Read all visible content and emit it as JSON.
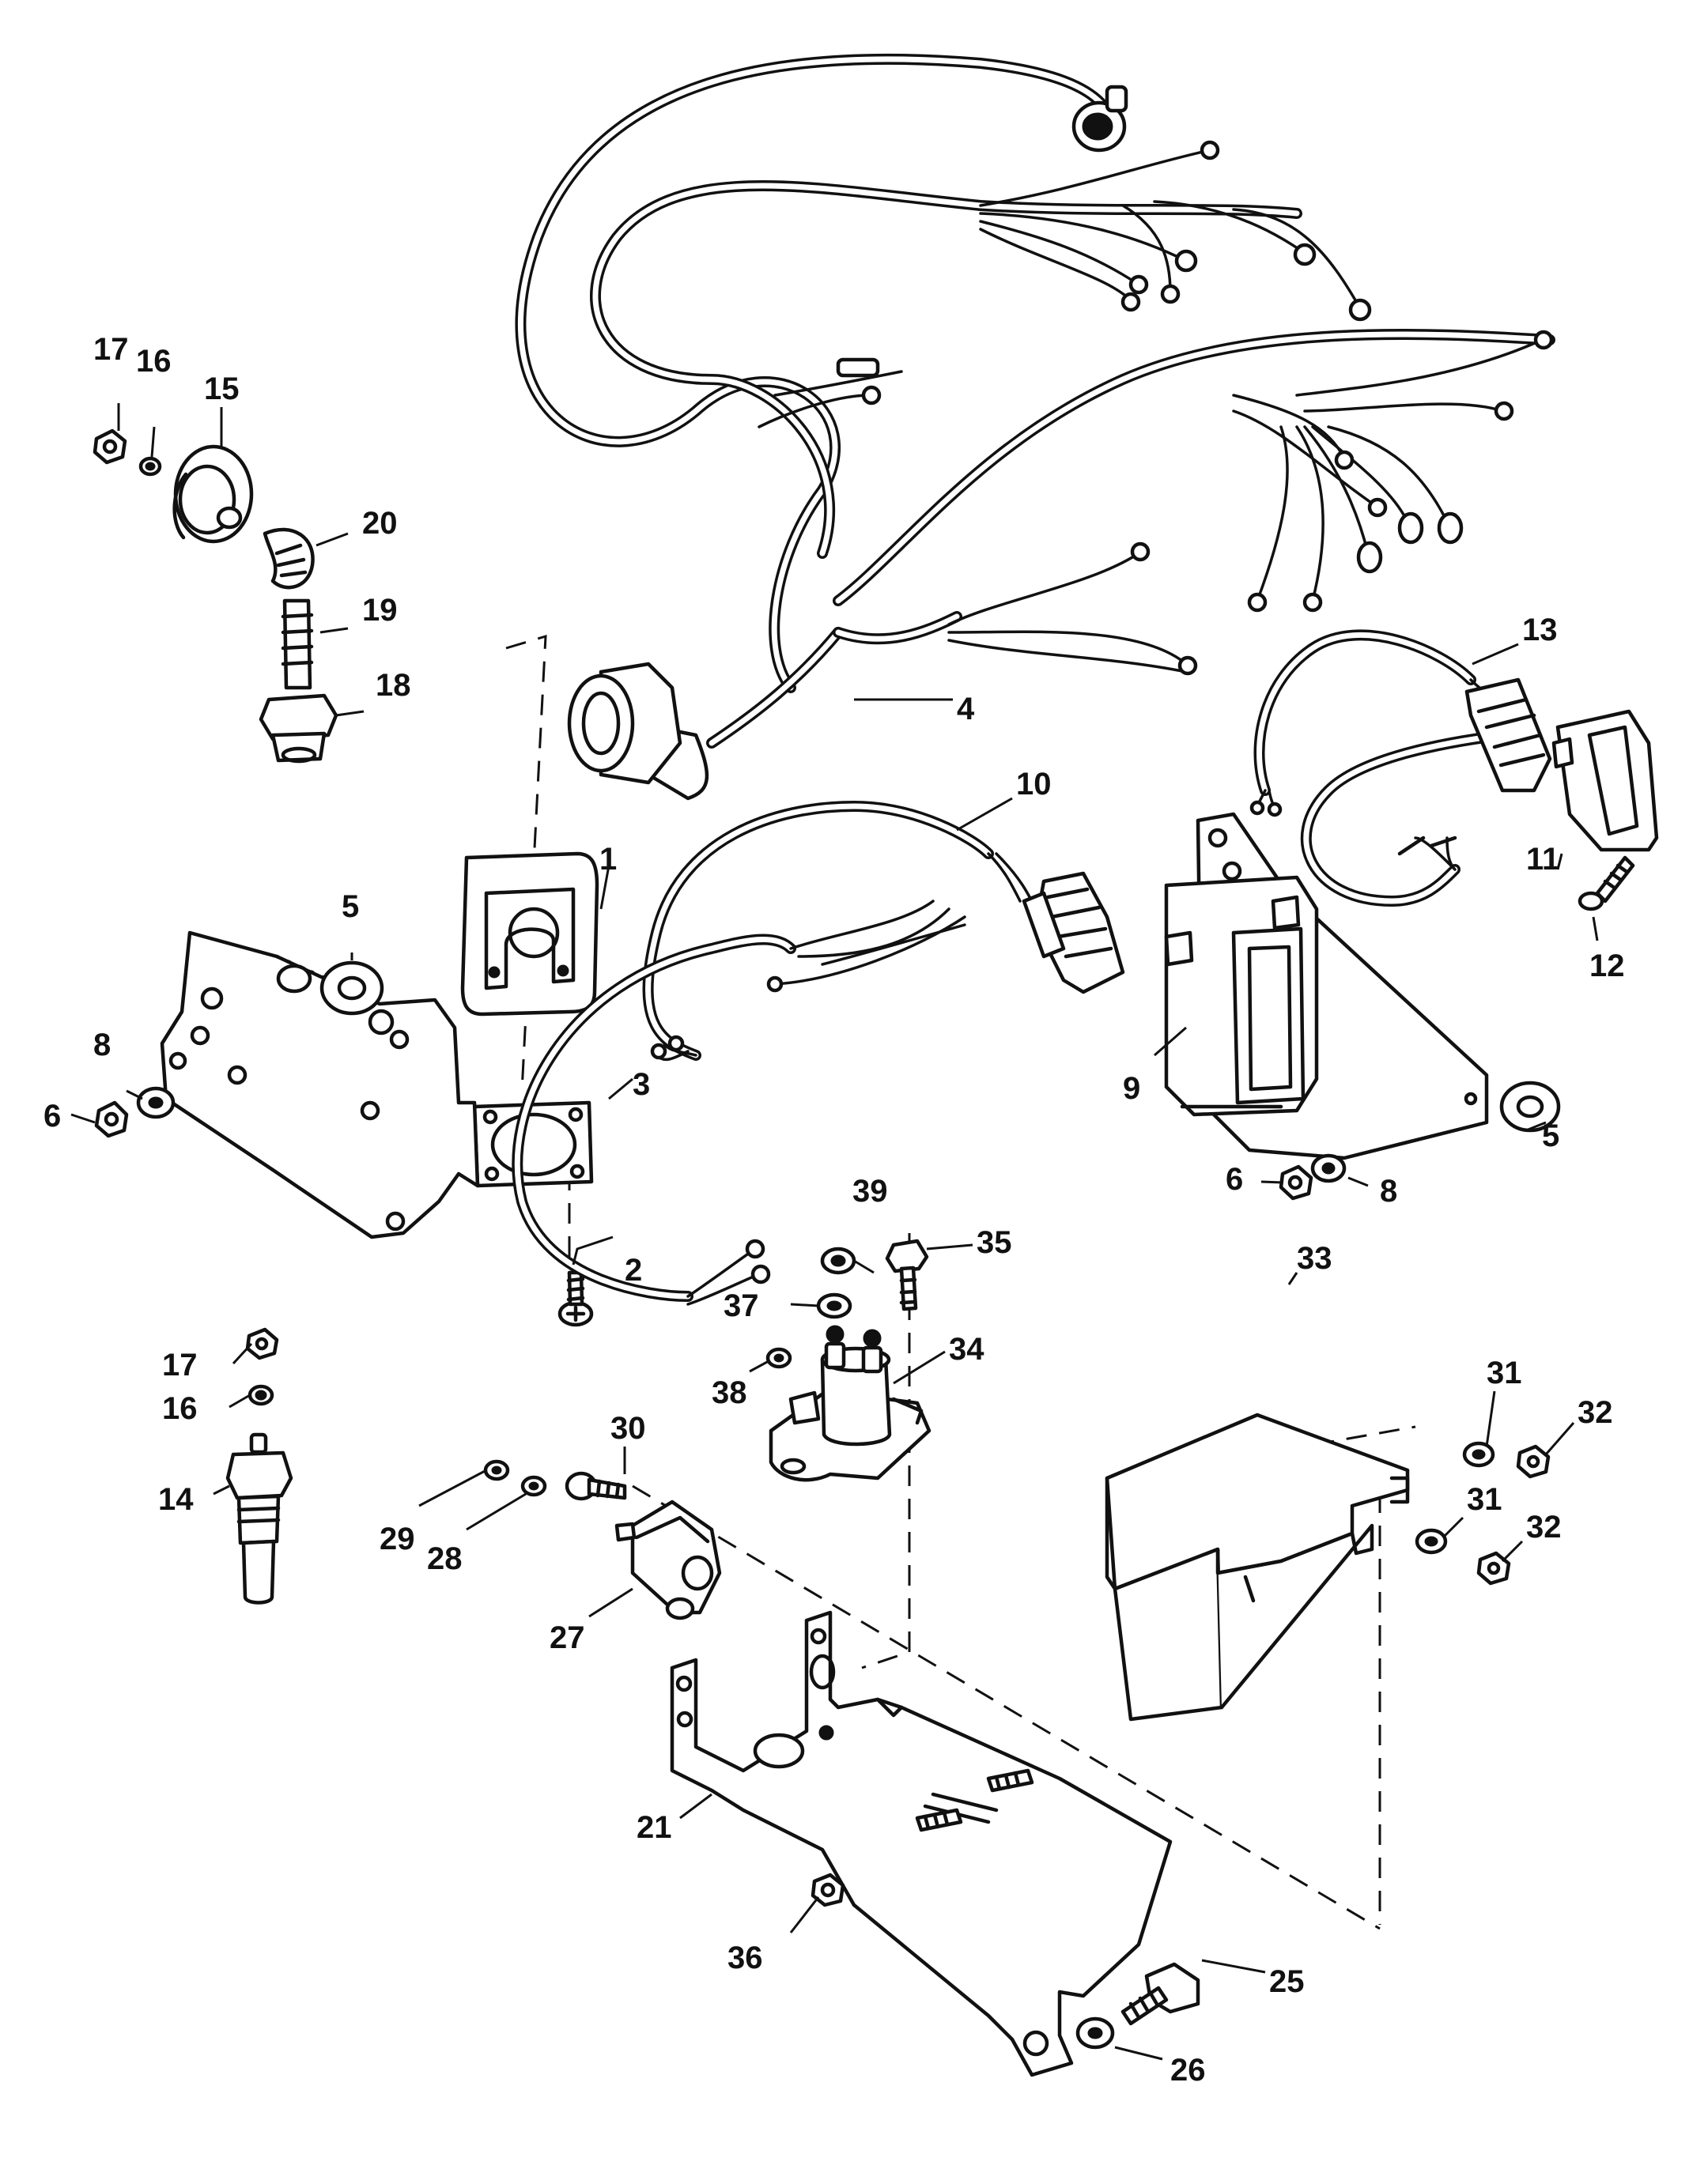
{
  "callouts": [
    {
      "id": "c1",
      "text": "1"
    },
    {
      "id": "c2",
      "text": "2"
    },
    {
      "id": "c3",
      "text": "3"
    },
    {
      "id": "c4",
      "text": "4"
    },
    {
      "id": "c5a",
      "text": "5"
    },
    {
      "id": "c5b",
      "text": "5"
    },
    {
      "id": "c6a",
      "text": "6"
    },
    {
      "id": "c6b",
      "text": "6"
    },
    {
      "id": "c8a",
      "text": "8"
    },
    {
      "id": "c8b",
      "text": "8"
    },
    {
      "id": "c9",
      "text": "9"
    },
    {
      "id": "c10",
      "text": "10"
    },
    {
      "id": "c11",
      "text": "11"
    },
    {
      "id": "c12",
      "text": "12"
    },
    {
      "id": "c13",
      "text": "13"
    },
    {
      "id": "c14",
      "text": "14"
    },
    {
      "id": "c15",
      "text": "15"
    },
    {
      "id": "c16a",
      "text": "16"
    },
    {
      "id": "c16b",
      "text": "16"
    },
    {
      "id": "c17a",
      "text": "17"
    },
    {
      "id": "c17b",
      "text": "17"
    },
    {
      "id": "c18",
      "text": "18"
    },
    {
      "id": "c19",
      "text": "19"
    },
    {
      "id": "c20",
      "text": "20"
    },
    {
      "id": "c21",
      "text": "21"
    },
    {
      "id": "c25",
      "text": "25"
    },
    {
      "id": "c26",
      "text": "26"
    },
    {
      "id": "c27",
      "text": "27"
    },
    {
      "id": "c28",
      "text": "28"
    },
    {
      "id": "c29",
      "text": "29"
    },
    {
      "id": "c30",
      "text": "30"
    },
    {
      "id": "c31a",
      "text": "31"
    },
    {
      "id": "c31b",
      "text": "31"
    },
    {
      "id": "c32a",
      "text": "32"
    },
    {
      "id": "c32b",
      "text": "32"
    },
    {
      "id": "c33",
      "text": "33"
    },
    {
      "id": "c34",
      "text": "34"
    },
    {
      "id": "c35",
      "text": "35"
    },
    {
      "id": "c36",
      "text": "36"
    },
    {
      "id": "c37",
      "text": "37"
    },
    {
      "id": "c38",
      "text": "38"
    },
    {
      "id": "c39",
      "text": "39"
    }
  ]
}
